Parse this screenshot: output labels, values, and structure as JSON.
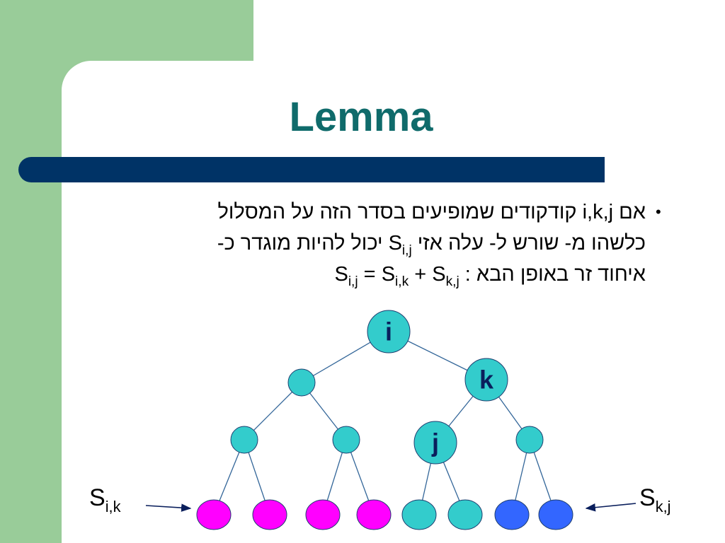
{
  "slide": {
    "title": "Lemma",
    "bullet_symbol": "•",
    "body": {
      "line1": {
        "he_start": "אם ",
        "vars": "i,k,j",
        "he_end": " קודקודים שמופיעים בסדר הזה על המסלול"
      },
      "line2": {
        "he_start": "כלשהו מ- שורש ל- עלה אזי ",
        "s": "S",
        "sub": "i,j",
        "he_end": " יכול להיות מוגדר כ-"
      },
      "line3": {
        "he": "איחוד זר באופן הבא : ",
        "s1": "S",
        "sub1": "i,j",
        "eq": " = ",
        "s2": "S",
        "sub2": "i,k",
        "plus": " + ",
        "s3": "S",
        "sub3": "k,j"
      }
    }
  },
  "diagram": {
    "colors": {
      "node_teal": "#33cccc",
      "node_magenta": "#ff00ff",
      "node_blue": "#3366ff",
      "edge": "#336699",
      "label": "#0a1f5c"
    },
    "nodes": [
      {
        "id": "root",
        "label": "i",
        "color": "teal"
      },
      {
        "id": "l1-left",
        "label": "",
        "color": "teal"
      },
      {
        "id": "l1-right",
        "label": "k",
        "color": "teal"
      },
      {
        "id": "l2-a",
        "label": "",
        "color": "teal"
      },
      {
        "id": "l2-b",
        "label": "",
        "color": "teal"
      },
      {
        "id": "l2-c",
        "label": "j",
        "color": "teal"
      },
      {
        "id": "l2-d",
        "label": "",
        "color": "teal"
      },
      {
        "id": "leaf-1",
        "label": "",
        "color": "magenta"
      },
      {
        "id": "leaf-2",
        "label": "",
        "color": "magenta"
      },
      {
        "id": "leaf-3",
        "label": "",
        "color": "magenta"
      },
      {
        "id": "leaf-4",
        "label": "",
        "color": "magenta"
      },
      {
        "id": "leaf-5",
        "label": "",
        "color": "teal"
      },
      {
        "id": "leaf-6",
        "label": "",
        "color": "teal"
      },
      {
        "id": "leaf-7",
        "label": "",
        "color": "blue"
      },
      {
        "id": "leaf-8",
        "label": "",
        "color": "blue"
      }
    ],
    "edges": [
      [
        "root",
        "l1-left"
      ],
      [
        "root",
        "l1-right"
      ],
      [
        "l1-left",
        "l2-a"
      ],
      [
        "l1-left",
        "l2-b"
      ],
      [
        "l1-right",
        "l2-c"
      ],
      [
        "l1-right",
        "l2-d"
      ],
      [
        "l2-a",
        "leaf-1"
      ],
      [
        "l2-a",
        "leaf-2"
      ],
      [
        "l2-b",
        "leaf-3"
      ],
      [
        "l2-b",
        "leaf-4"
      ],
      [
        "l2-c",
        "leaf-5"
      ],
      [
        "l2-c",
        "leaf-6"
      ],
      [
        "l2-d",
        "leaf-7"
      ],
      [
        "l2-d",
        "leaf-8"
      ]
    ],
    "left_label": {
      "s": "S",
      "sub": "i,k"
    },
    "right_label": {
      "s": "S",
      "sub": "k,j"
    }
  }
}
